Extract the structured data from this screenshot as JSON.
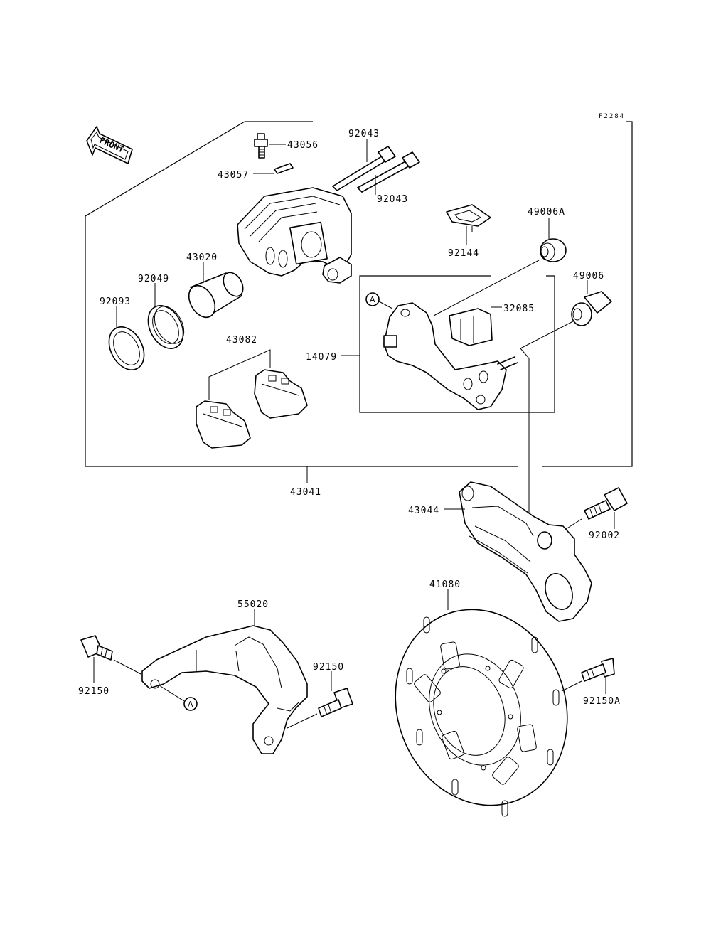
{
  "figure_code": "F2284",
  "front_label": "FRONT",
  "ref_marker": "A",
  "parts": {
    "p43056": "43056",
    "p43057": "43057",
    "p92043a": "92043",
    "p92043b": "92043",
    "p92144": "92144",
    "p49006A": "49006A",
    "p49006": "49006",
    "p32085": "32085",
    "p14079": "14079",
    "p43020": "43020",
    "p92049": "92049",
    "p92093": "92093",
    "p43082": "43082",
    "p43041": "43041",
    "p43044": "43044",
    "p92002": "92002",
    "p41080": "41080",
    "p55020": "55020",
    "p92150a": "92150",
    "p92150b": "92150",
    "p92150A": "92150A"
  }
}
